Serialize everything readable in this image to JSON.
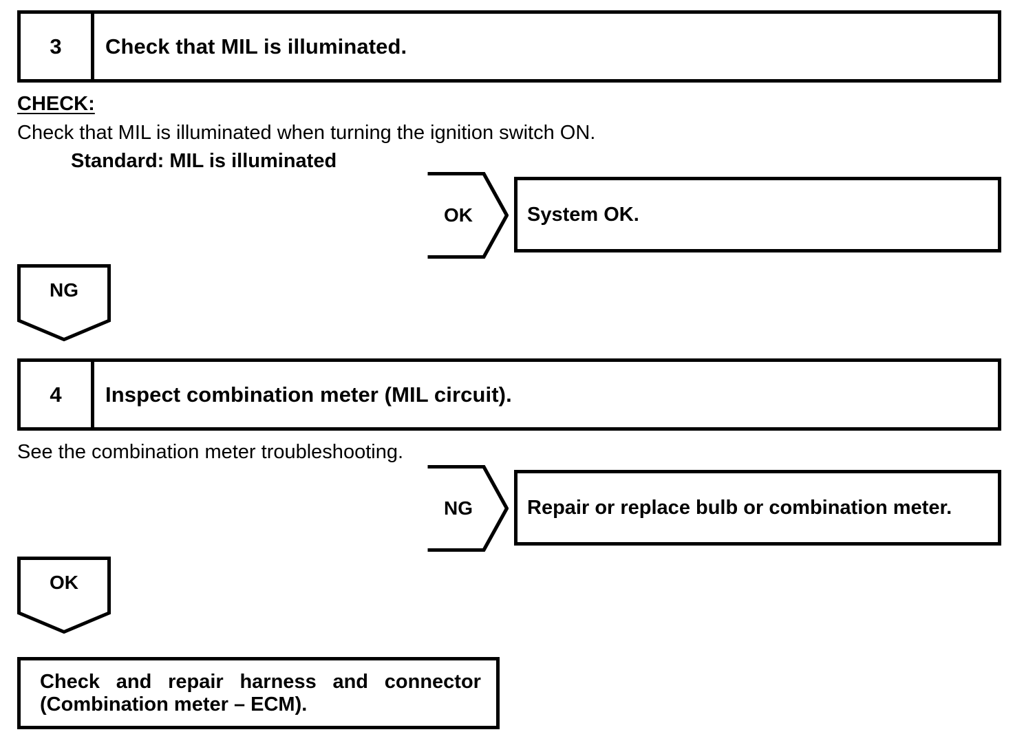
{
  "steps": [
    {
      "number": "3",
      "title": "Check that MIL is illuminated.",
      "check_heading": "CHECK:",
      "check_body": "Check that MIL is illuminated when turning the ignition switch ON.",
      "standard": "Standard: MIL is illuminated",
      "branch_label": "OK",
      "branch_result": "System OK.",
      "exit_label": "NG"
    },
    {
      "number": "4",
      "title": "Inspect combination meter (MIL circuit).",
      "note": "See the combination meter troubleshooting.",
      "branch_label": "NG",
      "branch_result": "Repair or replace bulb or combination meter.",
      "exit_label": "OK"
    }
  ],
  "conclusion": {
    "line1_words": [
      "Check",
      "and",
      "repair",
      "harness",
      "and",
      "connector"
    ],
    "line2": "(Combination meter – ECM)."
  },
  "colors": {
    "stroke": "#000000",
    "background": "#ffffff"
  }
}
